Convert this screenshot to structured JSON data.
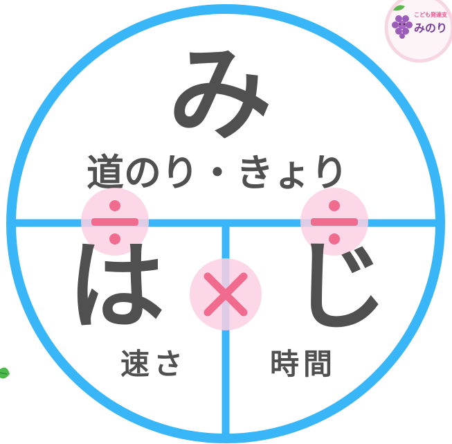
{
  "diagram": {
    "top_kana": "み",
    "top_label": "道のり・きょり",
    "left_kana": "は",
    "left_label": "速さ",
    "right_kana": "じ",
    "right_label": "時間",
    "divide_symbol_left": "÷",
    "divide_symbol_right": "÷",
    "multiply_symbol": "×"
  },
  "logo": {
    "subtitle": "こども発達支",
    "name": "みのり"
  },
  "colors": {
    "circle_blue": "#39b6f7",
    "text_gray": "#505050",
    "symbol_pink": "#f06b8e",
    "symbol_bg_pink": "#fbd0e4",
    "logo_purple": "#7a3f9a",
    "logo_ring": "#f6d6e2"
  },
  "icons": {
    "logo_mascot": "grape-mascot-icon",
    "leaf": "leaf-icon"
  }
}
